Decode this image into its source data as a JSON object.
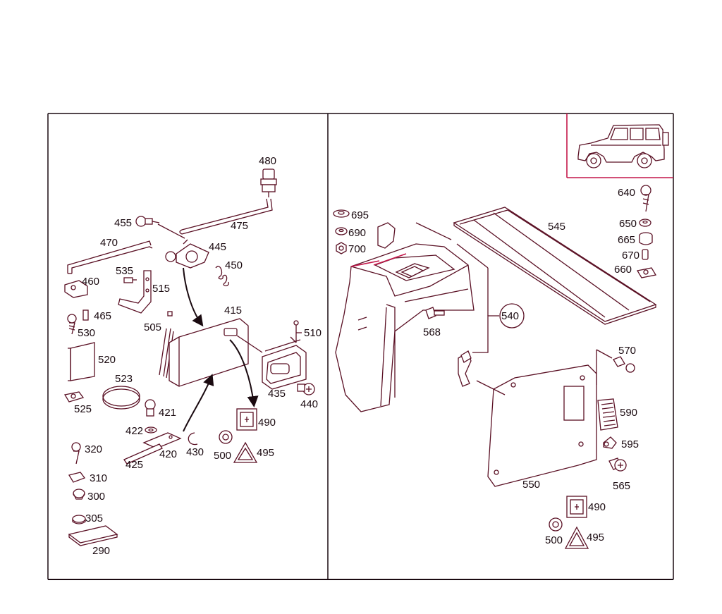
{
  "colors": {
    "line": "#5a1024",
    "accent": "#c4174a",
    "text": "#1a0a10"
  },
  "left_panel": {
    "labels": {
      "480": "480",
      "475": "475",
      "455": "455",
      "445": "445",
      "470": "470",
      "450": "450",
      "535": "535",
      "460": "460",
      "515": "515",
      "465": "465",
      "530": "530",
      "505": "505",
      "415": "415",
      "510": "510",
      "520": "520",
      "523": "523",
      "421": "421",
      "435": "435",
      "440": "440",
      "525": "525",
      "490": "490",
      "422": "422",
      "420": "420",
      "430": "430",
      "500": "500",
      "495": "495",
      "320": "320",
      "425": "425",
      "310": "310",
      "300": "300",
      "305": "305",
      "290": "290"
    }
  },
  "right_panel": {
    "labels": {
      "695": "695",
      "690": "690",
      "700": "700",
      "545": "545",
      "640": "640",
      "650": "650",
      "665": "665",
      "670": "670",
      "660": "660",
      "540": "540",
      "568": "568",
      "570": "570",
      "590": "590",
      "595": "595",
      "550": "550",
      "565": "565",
      "490": "490",
      "500": "500",
      "495": "495"
    },
    "inset_icon": "vehicle-side-view-icon"
  }
}
